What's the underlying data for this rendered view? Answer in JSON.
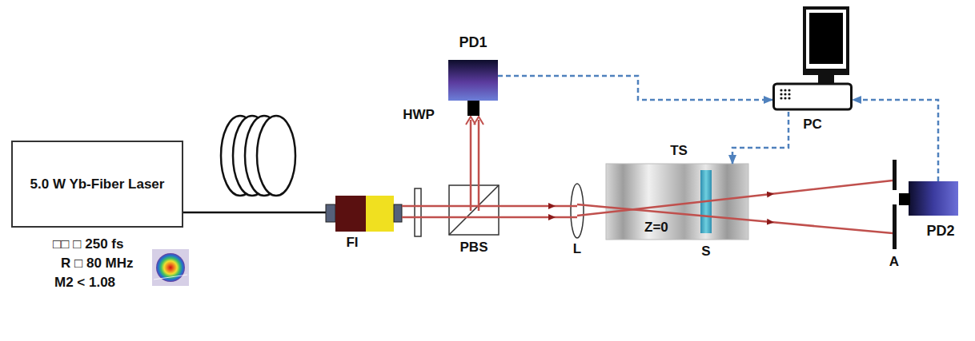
{
  "diagram": {
    "nodes": [
      {
        "text": [
          "5.0 W Yb-Fiber Laser"
        ]
      },
      {
        "text": [
          "PD1"
        ]
      },
      {
        "text": [
          "PC"
        ]
      },
      {
        "text": [
          "TS",
          "Z=0",
          "S"
        ]
      },
      {
        "text": [
          "PD2"
        ]
      }
    ],
    "edges": [
      {
        "from": 1,
        "to": 2,
        "arrow": "to"
      },
      {
        "from": 2,
        "to": 3,
        "arrow": "to"
      },
      {
        "from": 4,
        "to": 2,
        "arrow": "to"
      }
    ],
    "labels": [
      "FI",
      "HWP",
      "PBS",
      "L",
      "A",
      "□□ □ 250 fs",
      "R □ 80 MHz",
      "M2 < 1.08"
    ]
  }
}
